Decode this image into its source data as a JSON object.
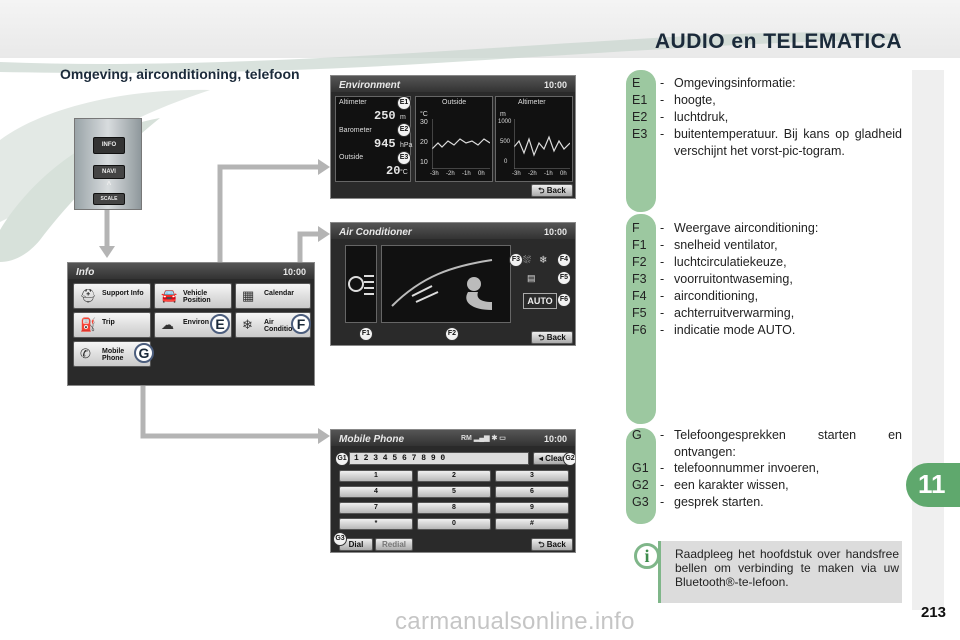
{
  "header": {
    "title": "AUDIO en TELEMATICA"
  },
  "section_title": "Omgeving, airconditioning, telefoon",
  "dash_buttons": [
    "INFO",
    "NAVI",
    "SCALE"
  ],
  "info_screen": {
    "title": "Info",
    "clock": "10:00",
    "buttons": [
      {
        "label": "Support Info",
        "icon": "support-icon"
      },
      {
        "label": "Vehicle Position",
        "icon": "vehicle-icon"
      },
      {
        "label": "Calendar",
        "icon": "calendar-icon"
      },
      {
        "label": "Trip",
        "icon": "trip-icon"
      },
      {
        "label": "Environ",
        "icon": "environment-icon"
      },
      {
        "label": "Air Conditio",
        "icon": "air-icon"
      },
      {
        "label": "Mobile Phone",
        "icon": "phone-icon"
      }
    ],
    "markers": [
      "E",
      "F",
      "G"
    ]
  },
  "env_screen": {
    "title": "Environment",
    "clock": "10:00",
    "altimeter_label": "Altimeter",
    "altimeter_value": "250",
    "altimeter_unit": "m",
    "barometer_label": "Barometer",
    "barometer_value": "945",
    "barometer_unit": "hPa",
    "outside_label": "Outside",
    "outside_value": "20",
    "outside_unit": "°C",
    "graph1_title": "Outside",
    "graph1_unit": "°C",
    "graph1_ticks": [
      "30",
      "20",
      "10"
    ],
    "graph2_title": "Altimeter",
    "graph2_unit": "m",
    "graph2_ticks": [
      "1000",
      "500",
      "0"
    ],
    "x_ticks": [
      "-3h",
      "-2h",
      "-1h",
      "0h"
    ],
    "back": "Back",
    "badges": [
      "E1",
      "E2",
      "E3"
    ]
  },
  "ac_screen": {
    "title": "Air Conditioner",
    "clock": "10:00",
    "auto": "AUTO",
    "back": "Back",
    "badges": [
      "F1",
      "F2",
      "F3",
      "F4",
      "F5",
      "F6"
    ]
  },
  "phone_screen": {
    "title": "Mobile Phone",
    "clock": "10:00",
    "number": "1 2 3 4 5 6 7 8 9 0",
    "clear": "Clear",
    "dial": "Dial",
    "redial": "Redial",
    "back": "Back",
    "keys": [
      "1",
      "2",
      "3",
      "4",
      "5",
      "6",
      "7",
      "8",
      "9",
      "*",
      "0",
      "#"
    ],
    "badges": [
      "G1",
      "G2",
      "G3"
    ]
  },
  "definitions_e": [
    {
      "key": "E",
      "text": "Omgevingsinformatie:"
    },
    {
      "key": "E1",
      "text": "hoogte,"
    },
    {
      "key": "E2",
      "text": "luchtdruk,"
    },
    {
      "key": "E3",
      "text": "buitentemperatuur. Bij kans op gladheid verschijnt het vorst-pic-togram."
    }
  ],
  "definitions_f": [
    {
      "key": "F",
      "text": "Weergave airconditioning:"
    },
    {
      "key": "F1",
      "text": "snelheid ventilator,"
    },
    {
      "key": "F2",
      "text": "luchtcirculatiekeuze,"
    },
    {
      "key": "F3",
      "text": "voorruitontwaseming,"
    },
    {
      "key": "F4",
      "text": "airconditioning,"
    },
    {
      "key": "F5",
      "text": "achterruitverwarming,"
    },
    {
      "key": "F6",
      "text": "indicatie mode AUTO."
    }
  ],
  "definitions_g": [
    {
      "key": "G",
      "text": "Telefoongesprekken starten en ontvangen:"
    },
    {
      "key": "G1",
      "text": "telefoonnummer invoeren,"
    },
    {
      "key": "G2",
      "text": "een karakter wissen,"
    },
    {
      "key": "G3",
      "text": "gesprek starten."
    }
  ],
  "note": "Raadpleeg het hoofdstuk over handsfree bellen om verbinding te maken via uw Bluetooth®-te-lefoon.",
  "chapter": "11",
  "page_number": "213",
  "watermark": "carmanualsonline.info",
  "colors": {
    "accent_green": "#7fb689",
    "chapter_green": "#5fa86d",
    "arrow_gray": "#b4b4b4",
    "title_navy": "#1b2a3a"
  }
}
